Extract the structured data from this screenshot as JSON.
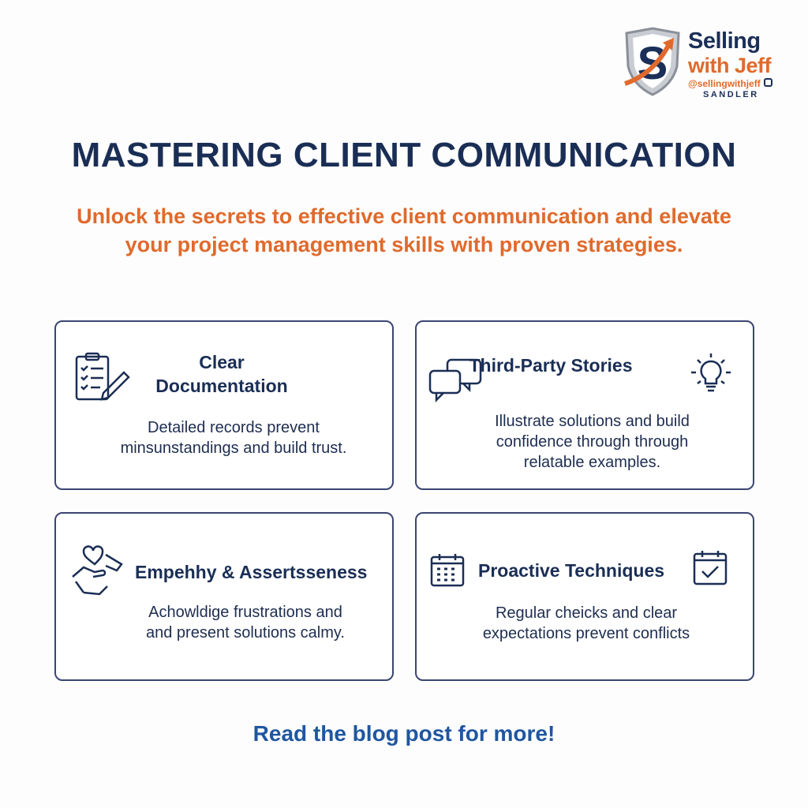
{
  "logo": {
    "brand_line1": "Selling",
    "brand_line2": "with Jeff",
    "handle": "@sellingwithjeff",
    "partner": "SANDLER"
  },
  "title": "MASTERING CLIENT COMMUNICATION",
  "subtitle": "Unlock the secrets to effective client communication and elevate your project management skills with proven strategies.",
  "cards": [
    {
      "title_line1": "Clear",
      "title_line2": "Documentation",
      "desc_line1": "Detailed records prevent",
      "desc_line2": "minsunstandings and build trust.",
      "icon": "clipboard-pencil-icon"
    },
    {
      "title": "Third-Party Stories",
      "desc_line1": "Illustrate solutions and build",
      "desc_line2": "confidence through through",
      "desc_line3": "relatable examples.",
      "icon": "chat-bubbles-icon",
      "icon2": "lightbulb-icon"
    },
    {
      "title": "Empehhy & Assertsseness",
      "desc_line1": "Achowldige frustrations and",
      "desc_line2": "and present solutions calmy.",
      "icon": "heart-hands-icon"
    },
    {
      "title": "Proactive Techniques",
      "desc_line1": "Regular cheicks and clear",
      "desc_line2": "expectations prevent conflicts",
      "icon": "calendar-icon",
      "icon2": "calendar-check-icon"
    }
  ],
  "footer": "Read the blog post for more!",
  "colors": {
    "navy": "#1a2e55",
    "orange": "#e06a2c",
    "link_blue": "#1f56a0",
    "border": "#3b4572"
  }
}
